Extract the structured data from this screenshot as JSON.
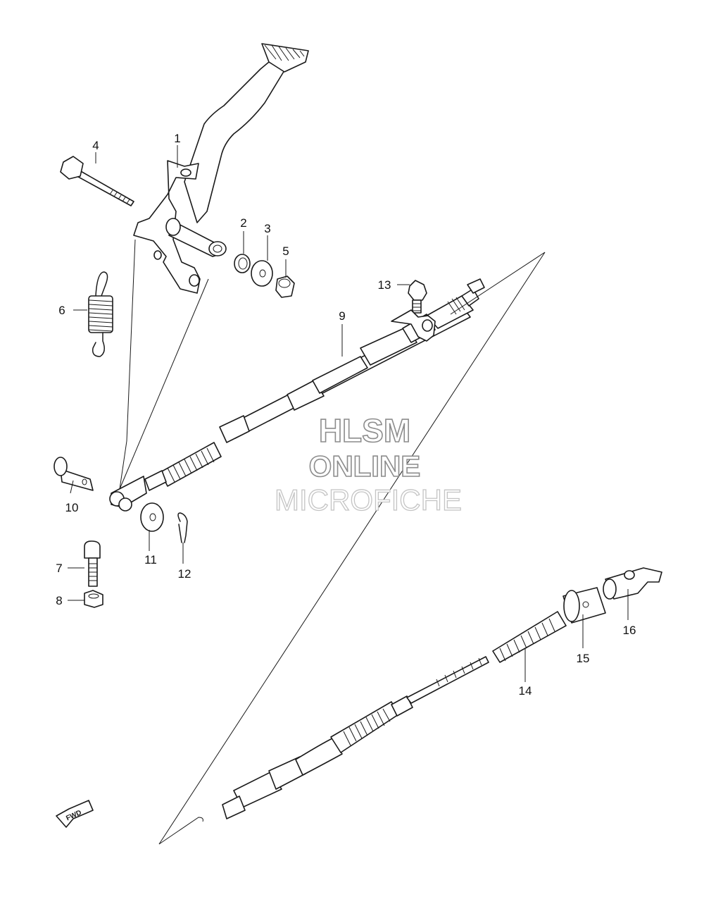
{
  "diagram": {
    "labels": [
      {
        "id": "1",
        "text": "1"
      },
      {
        "id": "2",
        "text": "2"
      },
      {
        "id": "3",
        "text": "3"
      },
      {
        "id": "4",
        "text": "4"
      },
      {
        "id": "5",
        "text": "5"
      },
      {
        "id": "6",
        "text": "6"
      },
      {
        "id": "7",
        "text": "7"
      },
      {
        "id": "8",
        "text": "8"
      },
      {
        "id": "9",
        "text": "9"
      },
      {
        "id": "10",
        "text": "10"
      },
      {
        "id": "11",
        "text": "11"
      },
      {
        "id": "12",
        "text": "12"
      },
      {
        "id": "13",
        "text": "13"
      },
      {
        "id": "14",
        "text": "14"
      },
      {
        "id": "15",
        "text": "15"
      },
      {
        "id": "16",
        "text": "16"
      }
    ],
    "forward_marker": "FWD"
  },
  "watermark": {
    "line1": "HLSM",
    "line2": "ONLINE",
    "line3": "MICROFICHE"
  }
}
